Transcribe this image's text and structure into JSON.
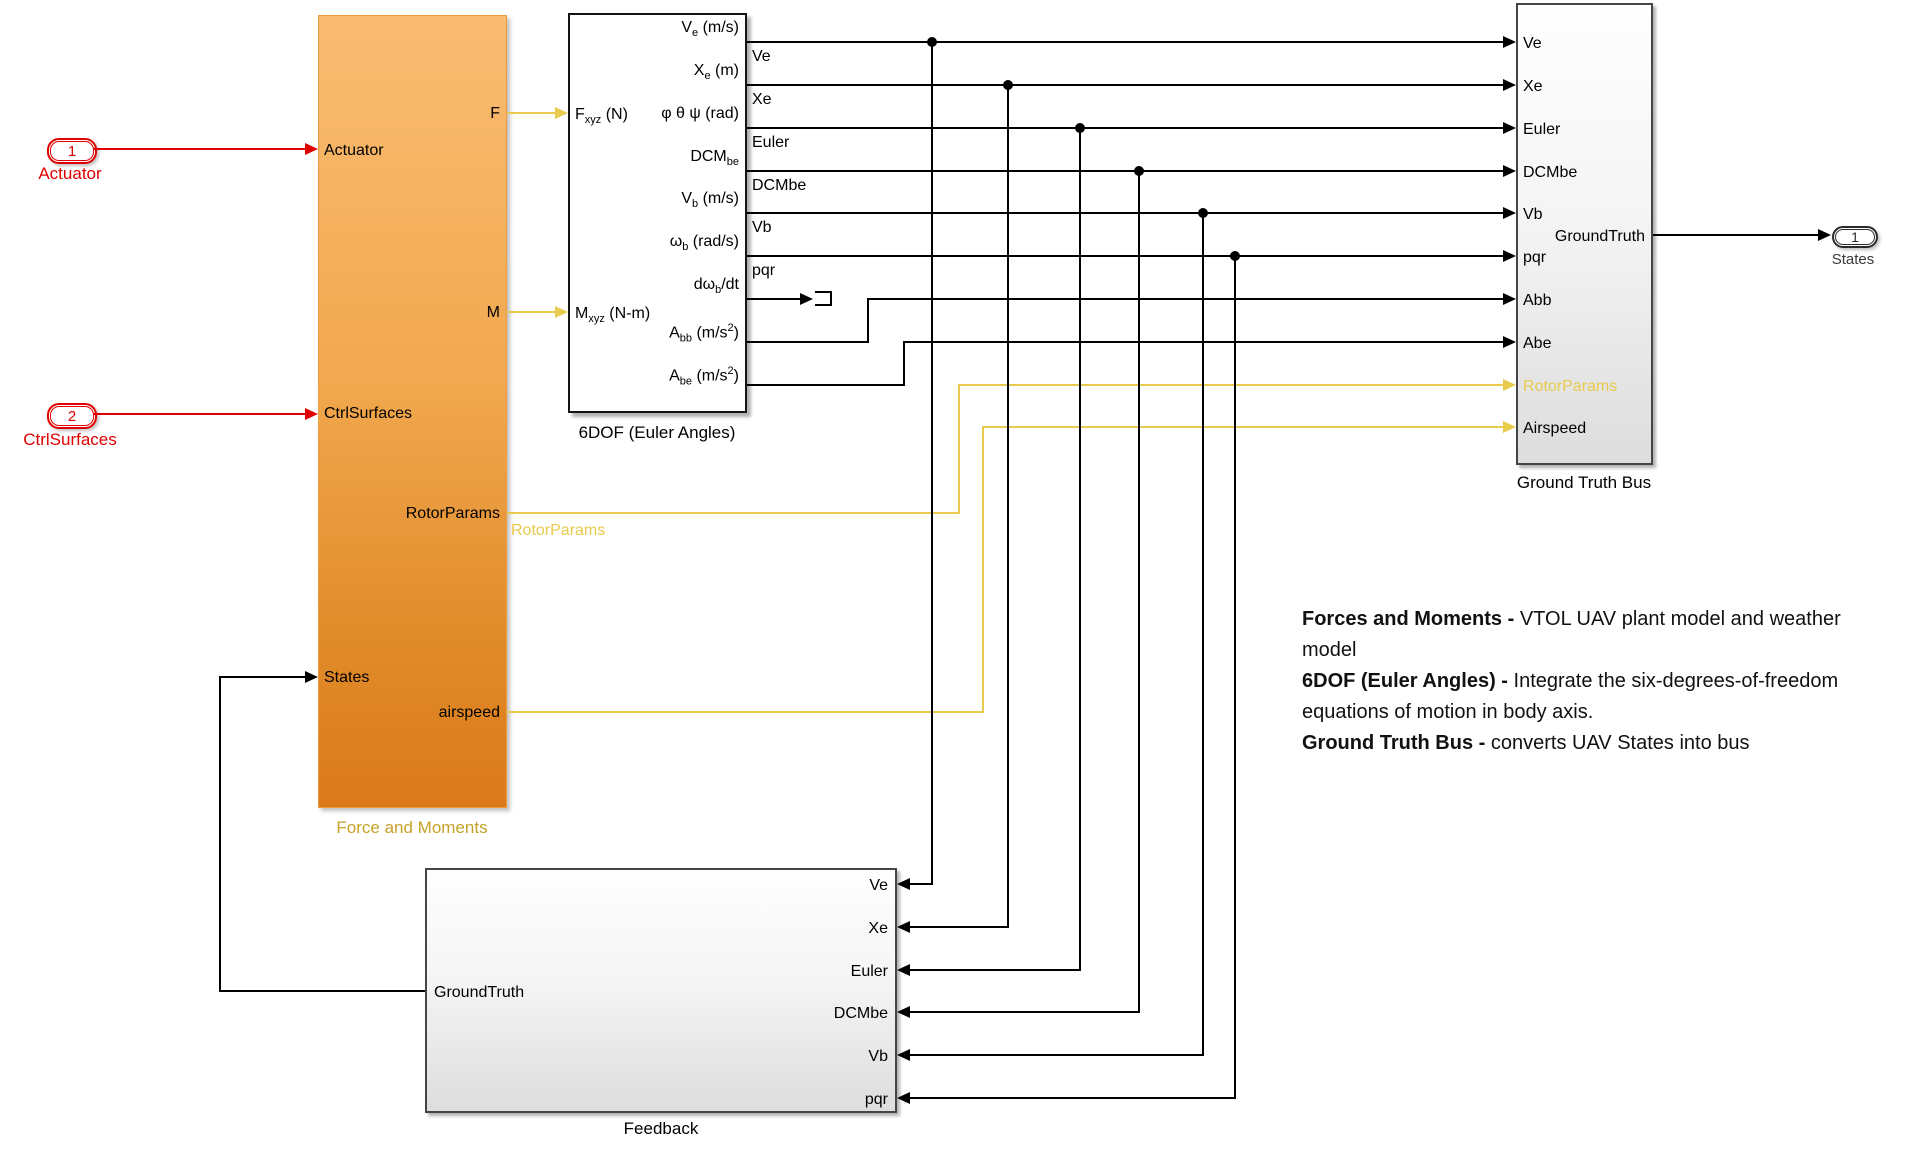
{
  "blocks": {
    "force_and_moments": {
      "name": "Force and Moments",
      "inputs": [
        "Actuator",
        "CtrlSurfaces",
        "States"
      ],
      "outputs": [
        "F",
        "M",
        "RotorParams",
        "airspeed"
      ]
    },
    "sixdof": {
      "name": "6DOF (Euler Angles)",
      "inputs": [
        "F_{xyz} (N)",
        "M_{xyz} (N-m)"
      ],
      "outputs": [
        "V_{e} (m/s)",
        "X_{e} (m)",
        "φ θ ψ (rad)",
        "DCM_{be}",
        "V_{b} (m/s)",
        "ω_{b} (rad/s)",
        "dω_{b}/dt",
        "A_{bb} (m/s^{2})",
        "A_{be} (m/s^{2})"
      ]
    },
    "ground_truth_bus": {
      "name": "Ground Truth Bus",
      "inputs": [
        "Ve",
        "Xe",
        "Euler",
        "DCMbe",
        "Vb",
        "pqr",
        "Abb",
        "Abe",
        "RotorParams",
        "Airspeed"
      ],
      "outputs": [
        "GroundTruth"
      ]
    },
    "feedback": {
      "name": "Feedback",
      "inputs": [
        "Ve",
        "Xe",
        "Euler",
        "DCMbe",
        "Vb",
        "pqr"
      ],
      "outputs": [
        "GroundTruth"
      ]
    }
  },
  "ports": {
    "inport1": {
      "number": "1",
      "label": "Actuator"
    },
    "inport2": {
      "number": "2",
      "label": "CtrlSurfaces"
    },
    "outport1": {
      "number": "1",
      "label": "States"
    }
  },
  "signal_labels": {
    "ve": "Ve",
    "xe": "Xe",
    "euler": "Euler",
    "dcmbe": "DCMbe",
    "vb": "Vb",
    "pqr": "pqr",
    "rotorparams": "RotorParams"
  },
  "annotation": {
    "lines": [
      {
        "bold": "Forces and Moments -",
        "text": " VTOL UAV plant model and weather model"
      },
      {
        "bold": "6DOF (Euler Angles) -",
        "text": " Integrate the six-degrees-of-freedom equations of motion in body axis."
      },
      {
        "bold": "Ground Truth Bus -",
        "text": " converts UAV States into bus"
      }
    ]
  },
  "colors": {
    "block_orange_top": "#F9BC72",
    "block_orange_bottom": "#DB7A1A",
    "signal_yellow": "#E8CA4D",
    "label_gold": "#C6A229",
    "port_red": "#E10000",
    "block_gray_bottom": "#DDDDDD",
    "line_black": "#000000"
  }
}
